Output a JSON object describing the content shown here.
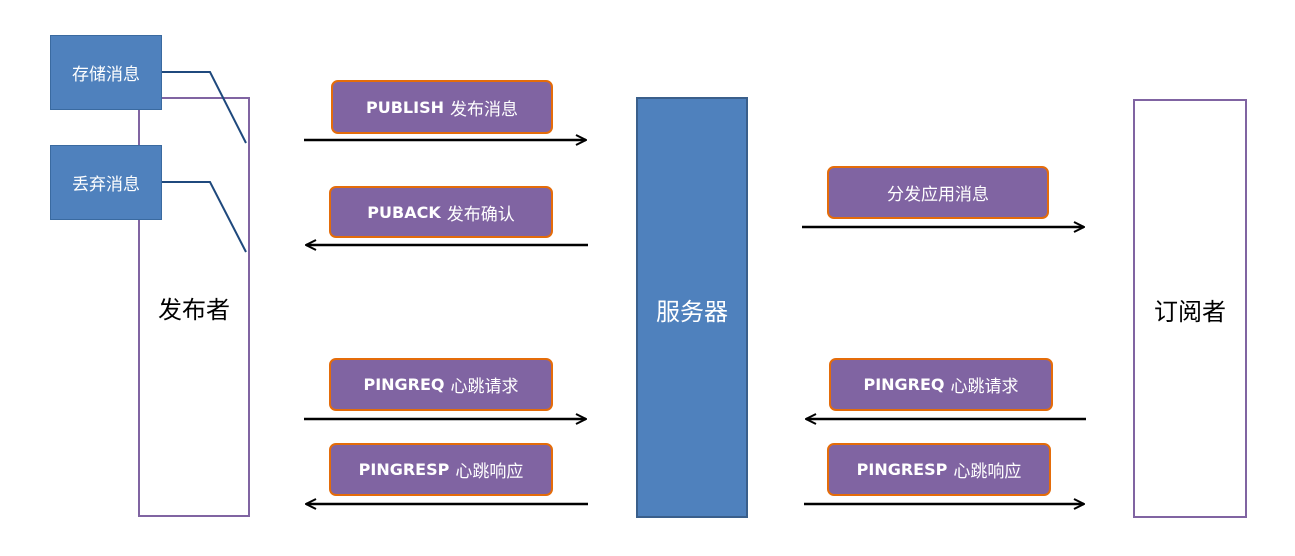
{
  "actors": {
    "publisher": "发布者",
    "server": "服务器",
    "subscriber": "订阅者"
  },
  "notes": {
    "store": "存储消息",
    "discard": "丢弃消息"
  },
  "messages": {
    "publish": {
      "code": "PUBLISH",
      "text": "发布消息"
    },
    "puback": {
      "code": "PUBACK",
      "text": "发布确认"
    },
    "dispatch": {
      "code": "",
      "text": "分发应用消息"
    },
    "pingreq_left": {
      "code": "PINGREQ",
      "text": "心跳请求"
    },
    "pingresp_left": {
      "code": "PINGRESP",
      "text": "心跳响应"
    },
    "pingreq_right": {
      "code": "PINGREQ",
      "text": "心跳请求"
    },
    "pingresp_right": {
      "code": "PINGRESP",
      "text": "心跳响应"
    }
  },
  "colors": {
    "actor_border": "#8064a2",
    "server_fill": "#4f81bd",
    "message_fill": "#8064a2",
    "message_border": "#e46c0a",
    "connector": "#1f497d"
  }
}
